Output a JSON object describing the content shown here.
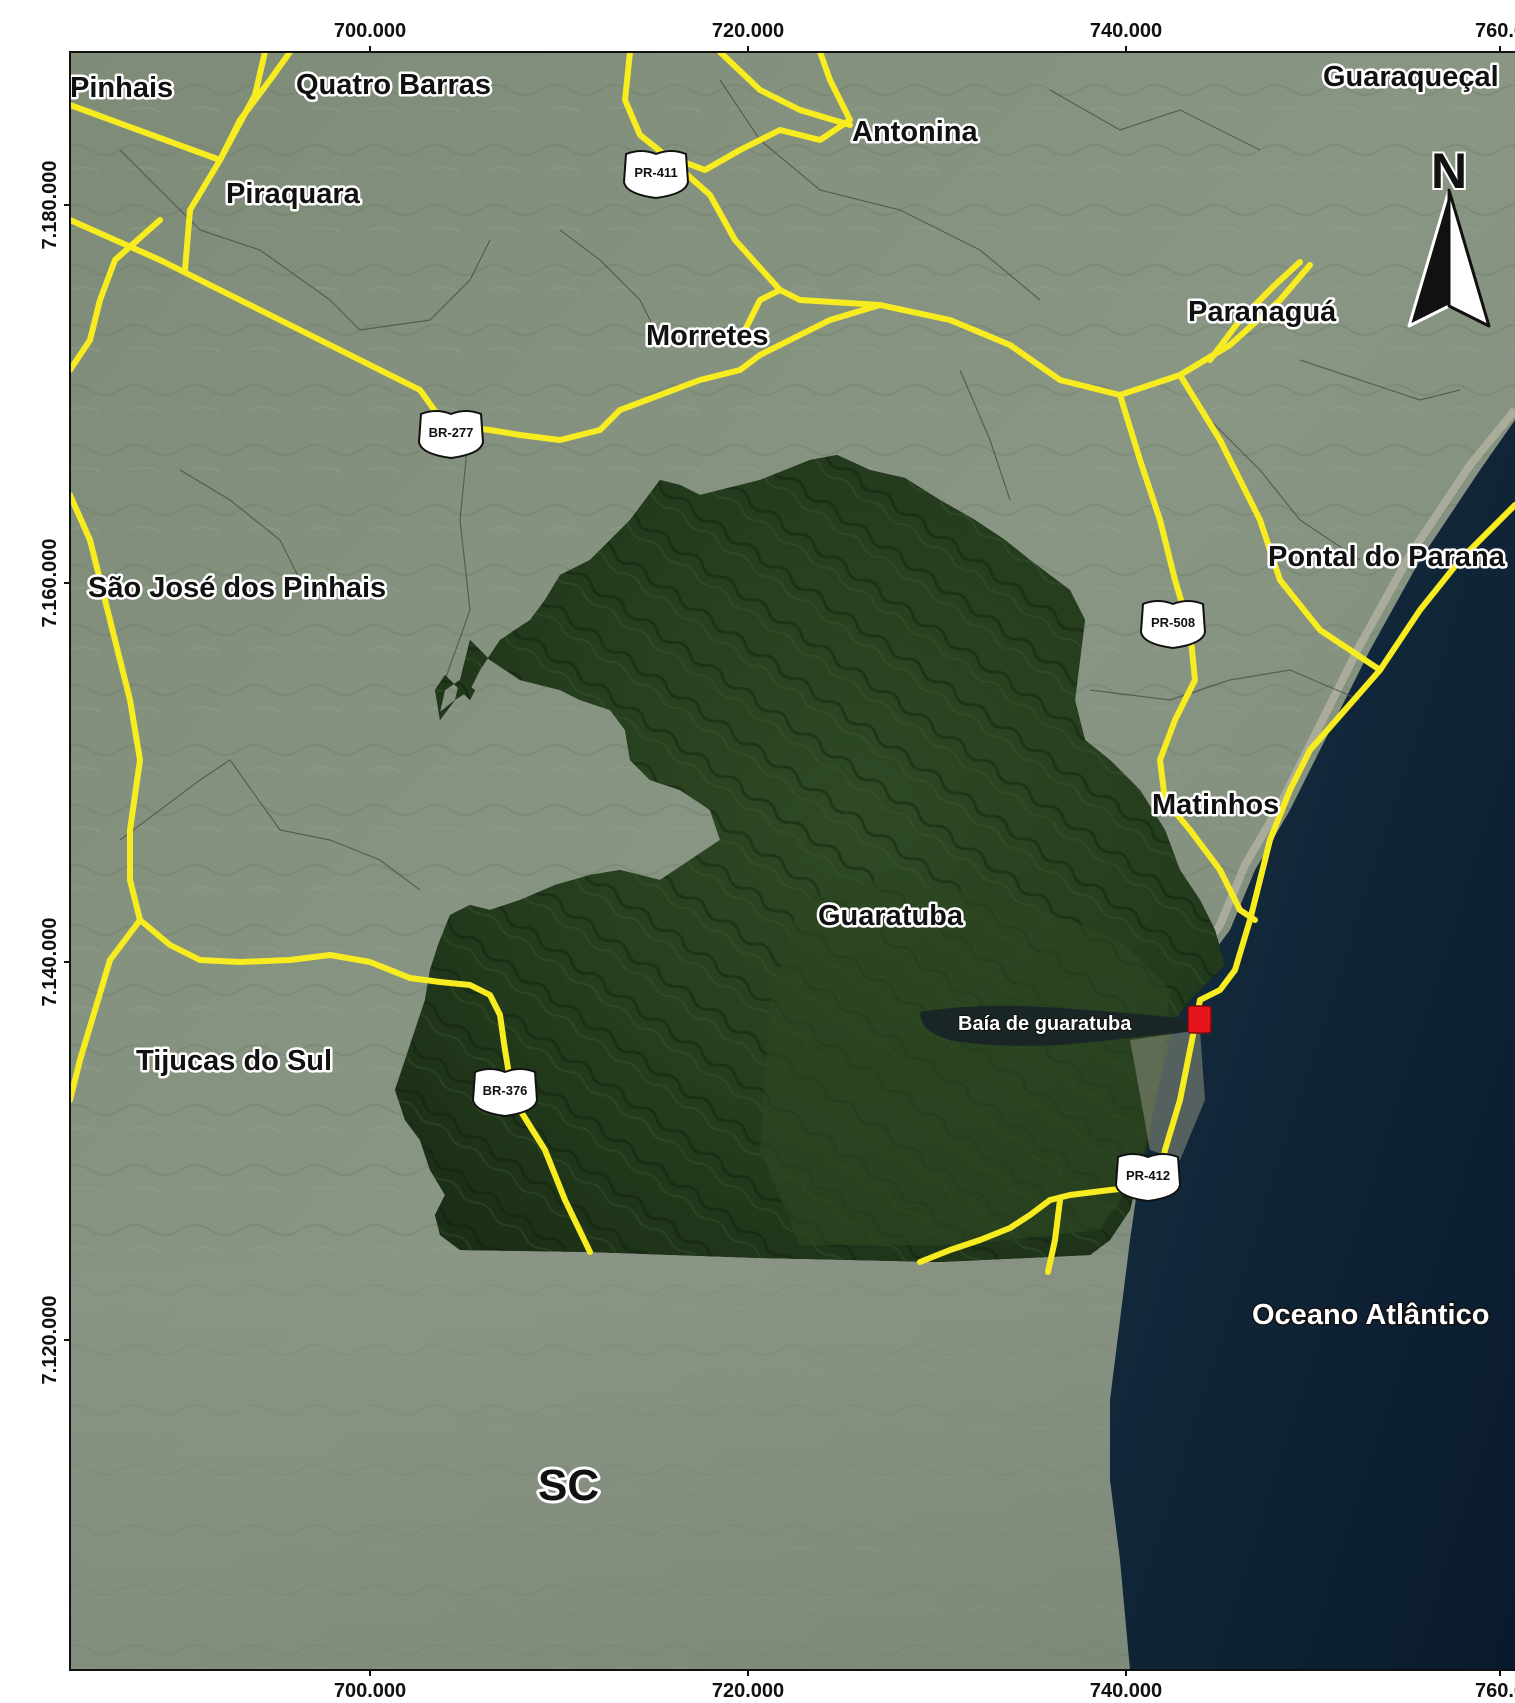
{
  "map": {
    "x_ticks": [
      "700.000",
      "720.000",
      "740.000",
      "760.0"
    ],
    "y_ticks": [
      "7.180.000",
      "7.160.000",
      "7.140.000",
      "7.120.000"
    ],
    "north_arrow_label": "N",
    "labels": {
      "pinhais": "Pinhais",
      "quatro_barras": "Quatro Barras",
      "piraquara": "Piraquara",
      "antonina": "Antonina",
      "guaraquecaba": "Guaraqueçal",
      "morretes": "Morretes",
      "paranagua": "Paranaguá",
      "sao_jose": "São José dos Pinhais",
      "pontal": "Pontal do Parana",
      "matinhos": "Matinhos",
      "guaratuba": "Guaratuba",
      "baia": "Baía de guaratuba",
      "tijucas": "Tijucas do Sul",
      "oceano": "Oceano Atlântico",
      "sc": "SC"
    },
    "shields": {
      "pr411": "PR-411",
      "br277": "BR-277",
      "pr508": "PR-508",
      "br376": "BR-376",
      "pr412": "PR-412"
    },
    "colors": {
      "road": "#f7ec1f",
      "highlight_marker": "#e8141b",
      "ocean": "#0e1f33"
    }
  }
}
